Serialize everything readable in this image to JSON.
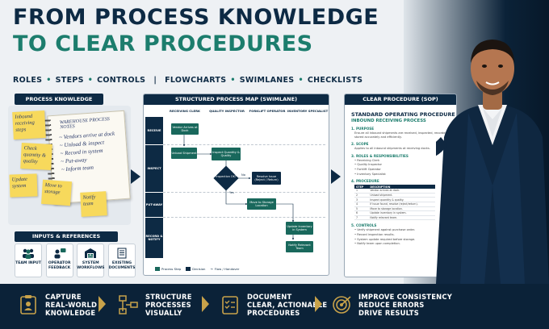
{
  "title": {
    "line1": "FROM PROCESS KNOWLEDGE",
    "line2": "TO CLEAR PROCEDURES"
  },
  "subline": {
    "items_left": [
      "ROLES",
      "STEPS",
      "CONTROLS"
    ],
    "items_right": [
      "FLOWCHARTS",
      "SWIMLANES",
      "CHECKLISTS"
    ]
  },
  "process_knowledge": {
    "title": "PROCESS KNOWLEDGE",
    "notebook_title": "WAREHOUSE PROCESS NOTES",
    "notebook_lines": [
      "~ Vendors arrive at dock",
      "~ Unload & inspect",
      "~ Record in system",
      "~ Put-away",
      "~ Inform team"
    ],
    "stickies": [
      "Inbound receiving steps",
      "Check quantity & quality",
      "Update system",
      "Move to storage",
      "Notify team"
    ]
  },
  "inputs": {
    "title": "INPUTS & REFERENCES",
    "cards": [
      {
        "label": "TEAM INPUT",
        "icon": "team-icon"
      },
      {
        "label": "OPERATOR FEEDBACK",
        "icon": "feedback-icon"
      },
      {
        "label": "SYSTEM WORKFLOWS",
        "icon": "warehouse-icon"
      },
      {
        "label": "EXISTING DOCUMENTS",
        "icon": "document-icon"
      }
    ]
  },
  "swimlane": {
    "title": "STRUCTURED PROCESS MAP (SWIMLANE)",
    "columns": [
      "RECEIVING CLERK",
      "QUALITY INSPECTOR",
      "FORKLIFT OPERATOR",
      "INVENTORY SPECIALIST"
    ],
    "lanes": [
      "RECEIVE",
      "INSPECT",
      "PUT-AWAY",
      "RECORD & NOTIFY"
    ],
    "nodes": {
      "vendor": "Vendor Arrives at Dock",
      "unload": "Unload Shipment",
      "inspect": "Inspect Quantity & Quality",
      "decision": "Inspection OK?",
      "resolve": "Resolve Issue (Reject / Return)",
      "yes": "Yes",
      "no": "No",
      "move": "Move to Storage Location",
      "update": "Update Inventory in System",
      "notify": "Notify Relevant Team"
    },
    "legend": {
      "step": "Process Step",
      "decision": "Decision",
      "flow": "Flow / Handover"
    }
  },
  "sop": {
    "header": "CLEAR PROCEDURE (SOP)",
    "title": "STANDARD OPERATING PROCEDURE",
    "subtitle": "INBOUND RECEIVING PROCESS",
    "s1": "1. PURPOSE",
    "s1_text": "Ensure all inbound shipments are received, inspected, recorded, and stored accurately and efficiently.",
    "s2": "2. SCOPE",
    "s2_text": "Applies to all inbound shipments at receiving docks.",
    "s3": "3. ROLES & RESPONSIBILITIES",
    "roles": [
      "• Receiving Clerk",
      "• Quality Inspector",
      "• Forklift Operator",
      "• Inventory Specialist"
    ],
    "s4": "4. PROCEDURE",
    "table_head": [
      "STEP",
      "DESCRIPTION"
    ],
    "steps": [
      [
        "1",
        "Vendor arrives at dock."
      ],
      [
        "2",
        "Unload shipment."
      ],
      [
        "3",
        "Inspect quantity & quality."
      ],
      [
        "4",
        "If issue found, resolve (reject/return)."
      ],
      [
        "5",
        "Move to storage location."
      ],
      [
        "6",
        "Update inventory in system."
      ],
      [
        "7",
        "Notify relevant team."
      ]
    ],
    "s5": "5. CONTROLS",
    "controls": [
      "• Verify shipment against purchase order.",
      "• Record inspection results.",
      "• System update required before storage.",
      "• Notify team upon completion."
    ]
  },
  "bottom": [
    {
      "icon": "clipboard-person-icon",
      "line1": "CAPTURE",
      "line2": "REAL-WORLD",
      "line3": "KNOWLEDGE"
    },
    {
      "icon": "flowchart-icon",
      "line1": "STRUCTURE",
      "line2": "PROCESSES",
      "line3": "VISUALLY"
    },
    {
      "icon": "checklist-icon",
      "line1": "DOCUMENT",
      "line2": "CLEAR, ACTIONABLE",
      "line3": "PROCEDURES"
    },
    {
      "icon": "target-icon",
      "line1": "IMPROVE CONSISTENCY",
      "line2": "REDUCE ERRORS",
      "line3": "DRIVE RESULTS"
    }
  ],
  "colors": {
    "navy": "#0d2a44",
    "teal": "#1c7d6d",
    "gold": "#c8a24a",
    "sticky": "#f7d95c"
  }
}
